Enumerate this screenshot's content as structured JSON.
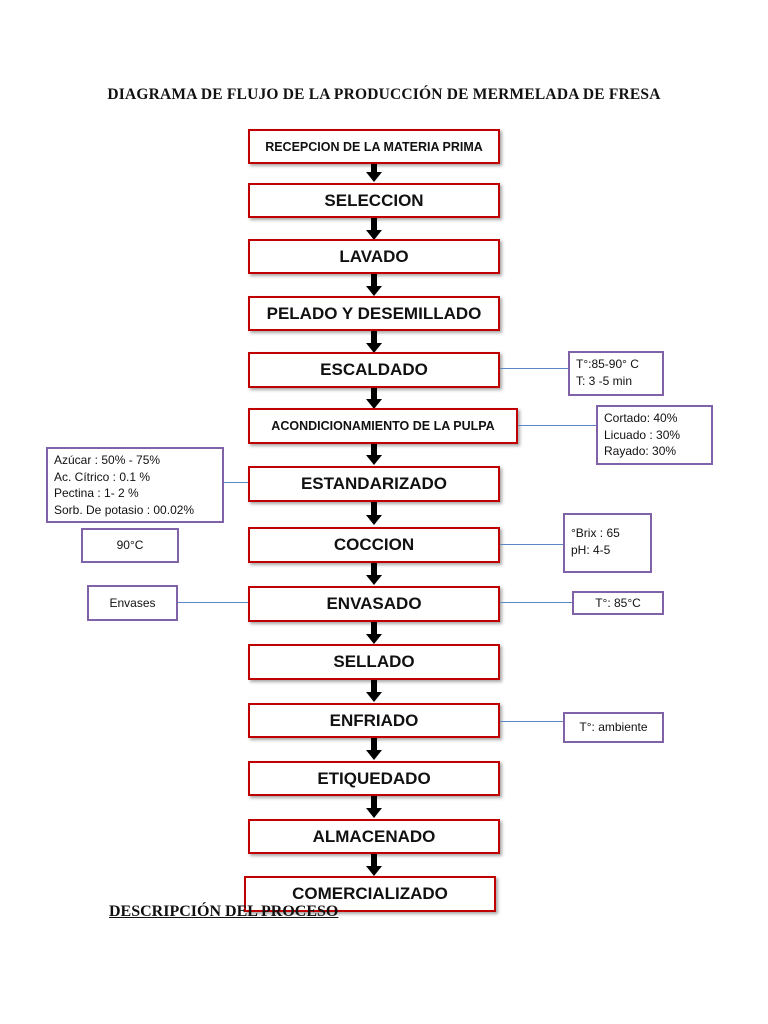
{
  "title": "DIAGRAMA DE FLUJO DE LA PRODUCCIÓN DE MERMELADA DE FRESA",
  "steps": [
    "RECEPCION DE LA MATERIA PRIMA",
    "SELECCION",
    "LAVADO",
    "PELADO Y DESEMILLADO",
    "ESCALDADO",
    "ACONDICIONAMIENTO DE LA PULPA",
    "ESTANDARIZADO",
    "COCCION",
    "ENVASADO",
    "SELLADO",
    "ENFRIADO",
    "ETIQUEDADO",
    "ALMACENADO",
    "COMERCIALIZADO"
  ],
  "notes": {
    "escaldado": [
      "T°:85-90° C",
      "T: 3 -5 min"
    ],
    "pulpa": [
      "Cortado: 40%",
      "Licuado : 30%",
      "Rayado: 30%"
    ],
    "estandarizado": [
      "Azúcar : 50% - 75%",
      "Ac. Cítrico : 0.1 %",
      "Pectina : 1- 2 %",
      "Sorb. De potasio :  00.02%"
    ],
    "coccion_temp": "90°C",
    "coccion": [
      "°Brix : 65",
      "pH: 4-5"
    ],
    "envases": "Envases",
    "envasado": "T°: 85°C",
    "enfriado": "T°: ambiente"
  },
  "subtitle": "DESCRIPCIÓN DEL PROCESO"
}
